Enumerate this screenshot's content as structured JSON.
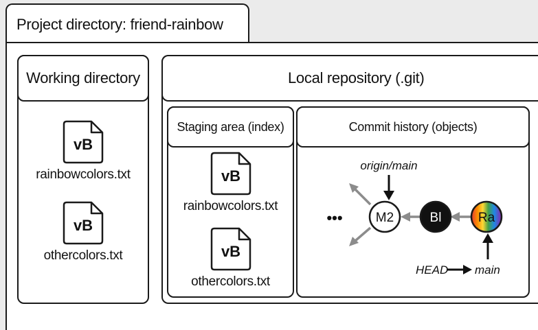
{
  "project": {
    "title": "Project directory: friend-rainbow"
  },
  "working_directory": {
    "title": "Working directory",
    "files": [
      {
        "badge": "vB",
        "name": "rainbowcolors.txt"
      },
      {
        "badge": "vB",
        "name": "othercolors.txt"
      }
    ]
  },
  "local_repository": {
    "title": "Local repository (.git)",
    "staging": {
      "title": "Staging area (index)",
      "files": [
        {
          "badge": "vB",
          "name": "rainbowcolors.txt"
        },
        {
          "badge": "vB",
          "name": "othercolors.txt"
        }
      ]
    },
    "history": {
      "title": "Commit history (objects)",
      "ellipsis": "•••",
      "commits": [
        {
          "id": "M2",
          "style": "white"
        },
        {
          "id": "Bl",
          "style": "black"
        },
        {
          "id": "Ra",
          "style": "rainbow"
        }
      ],
      "refs": {
        "origin_main": "origin/main",
        "main": "main",
        "head": "HEAD"
      }
    }
  },
  "colors": {
    "border": "#1a1a1a",
    "background": "#ebebeb",
    "panel": "#ffffff",
    "arrow_gray": "#8c8c8c"
  }
}
